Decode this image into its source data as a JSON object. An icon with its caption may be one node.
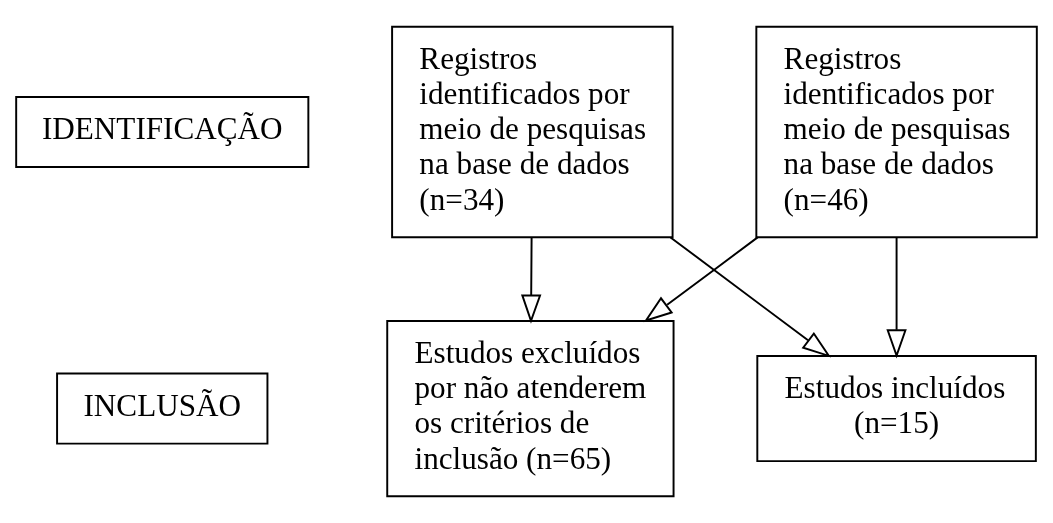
{
  "diagram": {
    "nodes": [
      {
        "text": [
          "IDENTIFICAÇÃO"
        ]
      },
      {
        "text": [
          "Registros identificados por meio de pesquisas na base de dados (n=34)"
        ]
      },
      {
        "text": [
          "Registros identificados por meio de pesquisas na base de dados (n=46)"
        ]
      },
      {
        "text": [
          "Estudos excluídos por não atenderem os critérios de inclusão (n=65)"
        ]
      },
      {
        "text": [
          "INCLUSÃO"
        ]
      },
      {
        "text": [
          "Estudos incluídos (n=15)"
        ]
      }
    ],
    "edges": [
      {
        "from": 1,
        "to": 3,
        "arrow": "to"
      },
      {
        "from": 2,
        "to": 3,
        "arrow": "to"
      },
      {
        "from": 1,
        "to": 5,
        "arrow": "to"
      },
      {
        "from": 2,
        "to": 5,
        "arrow": "to"
      }
    ]
  }
}
